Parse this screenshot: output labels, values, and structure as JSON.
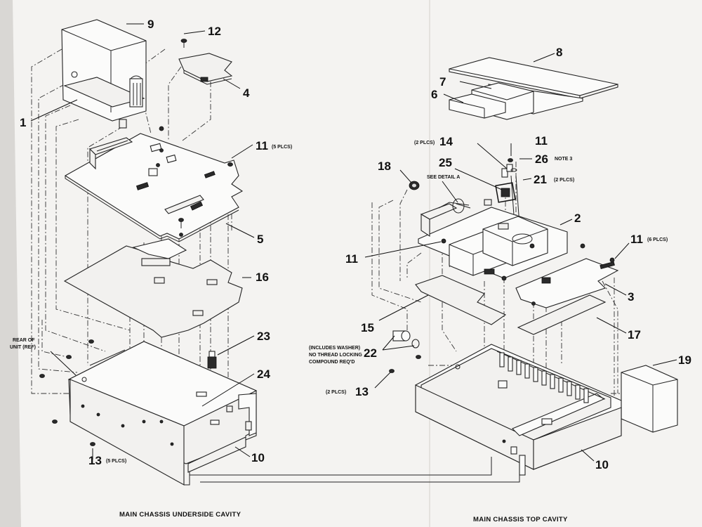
{
  "diagram": {
    "left_view": {
      "caption": "MAIN CHASSIS UNDERSIDE CAVITY",
      "callouts": {
        "c9": "9",
        "c12": "12",
        "c4": "4",
        "c1": "1",
        "c11": "11",
        "c11_note": "(5 PLCS)",
        "c5": "5",
        "c16": "16",
        "c23": "23",
        "c24": "24",
        "c10": "10",
        "c13": "13",
        "c13_note": "(5 PLCS)",
        "rear_line1": "REAR OF",
        "rear_line2": "UNIT (REF)"
      }
    },
    "right_view": {
      "caption": "MAIN CHASSIS TOP CAVITY",
      "callouts": {
        "c8": "8",
        "c7": "7",
        "c6": "6",
        "c14": "14",
        "c14_note": "(2 PLCS)",
        "c11a": "11",
        "c26": "26",
        "c26_note": "NOTE 3",
        "c18": "18",
        "c25": "25",
        "detail": "SEE DETAIL A",
        "c21": "21",
        "c21_note": "(2 PLCS)",
        "c2": "2",
        "c11b": "11",
        "c11b_note": "(6 PLCS)",
        "c11c": "11",
        "c3": "3",
        "c15": "15",
        "c17": "17",
        "c22": "22",
        "c22_line1": "(INCLUDES WASHER)",
        "c22_line2": "NO THREAD LOCKING",
        "c22_line3": "COMPOUND REQ'D",
        "c19": "19",
        "c13": "13",
        "c13_note": "(2 PLCS)",
        "c10": "10"
      }
    }
  }
}
